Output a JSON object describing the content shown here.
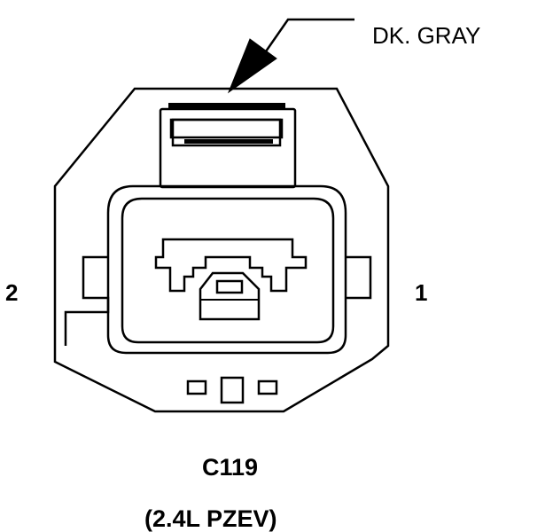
{
  "callout": {
    "wire_color": "DK. GRAY"
  },
  "pins": {
    "left": "2",
    "right": "1"
  },
  "connector": {
    "id": "C119",
    "variant": "(2.4L PZEV)"
  }
}
